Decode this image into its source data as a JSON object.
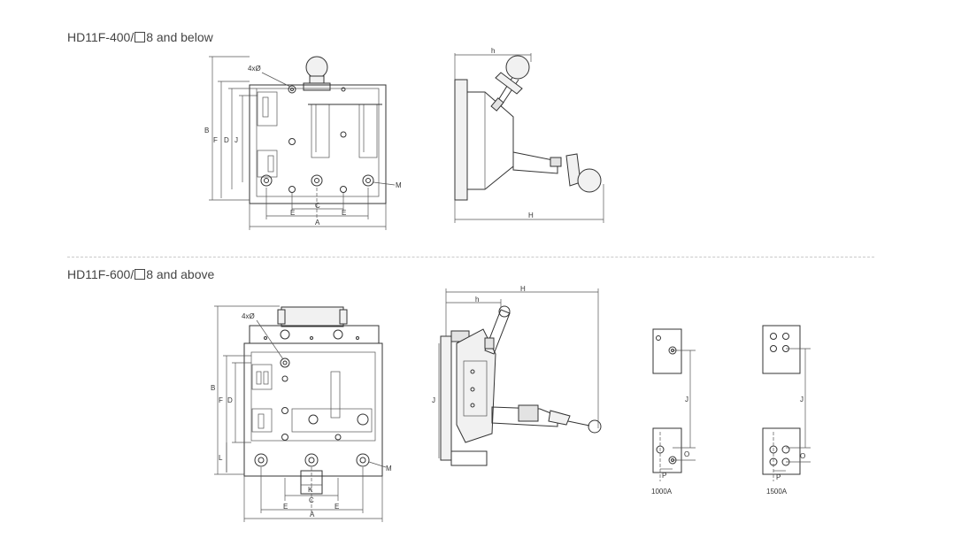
{
  "sections": {
    "top": {
      "title_prefix": "HD11F-400/",
      "title_suffix": "8 and below"
    },
    "bottom": {
      "title_prefix": "HD11F-600/",
      "title_suffix": "8 and above"
    }
  },
  "labels": {
    "four_holes": "4xØ",
    "A": "A",
    "B": "B",
    "C": "C",
    "D": "D",
    "E": "E",
    "F": "F",
    "J": "J",
    "K": "K",
    "L": "L",
    "M": "M",
    "h": "h",
    "H": "H",
    "O": "O",
    "P": "P"
  },
  "variants": {
    "v1000": "1000A",
    "v1500": "1500A"
  },
  "colors": {
    "line": "#333333",
    "divider": "#c9c9c9",
    "fill": "#f1f1f1"
  }
}
